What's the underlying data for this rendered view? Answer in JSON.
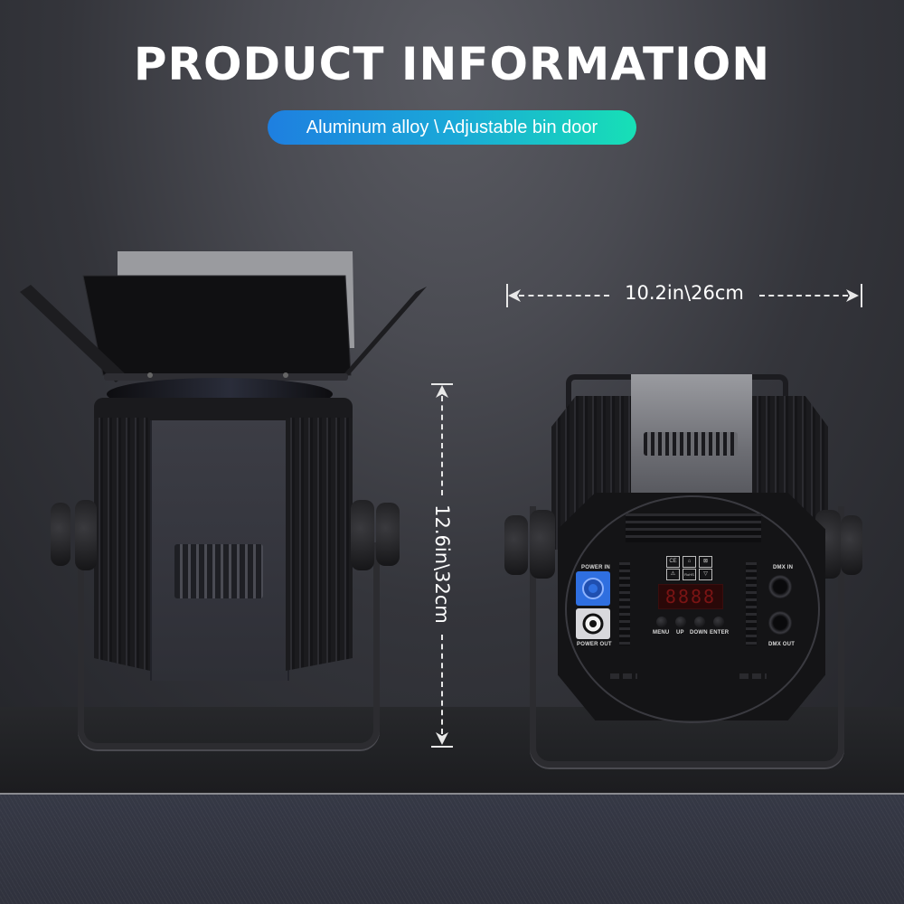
{
  "header": {
    "title": "PRODUCT INFORMATION",
    "subtitle": "Aluminum alloy \\ Adjustable bin door",
    "subtitle_gradient": [
      "#1e7fe0",
      "#17e0b6"
    ]
  },
  "dimensions": {
    "width_label": "10.2in\\26cm",
    "height_label": "12.6in\\32cm"
  },
  "rear_panel": {
    "power_in_label": "POWER IN",
    "power_out_label": "POWER OUT",
    "dmx_in_label": "DMX IN",
    "dmx_out_label": "DMX OUT",
    "display_value": "8888",
    "buttons": [
      {
        "label": "MENU"
      },
      {
        "label": "UP"
      },
      {
        "label": "DOWN"
      },
      {
        "label": "ENTER"
      }
    ],
    "certifications": [
      "CE",
      "⌂",
      "⊠",
      "⚠",
      "RoHS",
      "▽"
    ],
    "power_in_color": "#2f6fe0",
    "display_color": "#7a1414"
  },
  "views": {
    "left": "front view with barn doors",
    "right": "rear view with control panel"
  }
}
